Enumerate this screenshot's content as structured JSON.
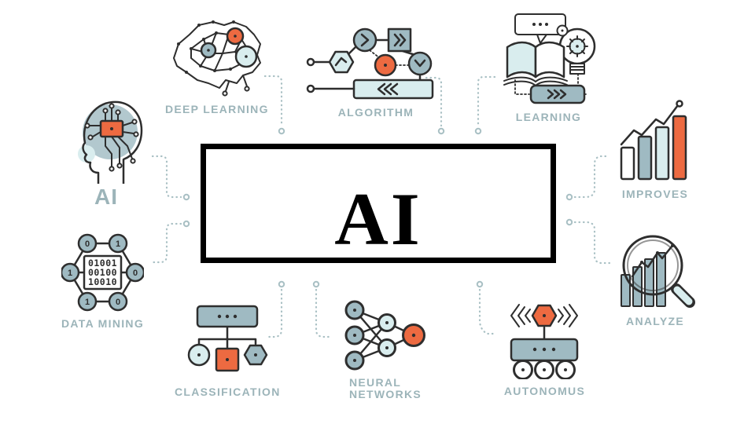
{
  "center": {
    "title": "AI"
  },
  "items": {
    "ai": {
      "label": "AI",
      "icon": "head-circuit-icon"
    },
    "deep_learning": {
      "label": "DEEP LEARNING",
      "icon": "brain-network-icon"
    },
    "algorithm": {
      "label": "ALGORITHM",
      "icon": "flowchart-icon"
    },
    "learning": {
      "label": "LEARNING",
      "icon": "book-bulb-icon"
    },
    "improves": {
      "label": "IMPROVES",
      "icon": "rising-bars-icon"
    },
    "analyze": {
      "label": "ANALYZE",
      "icon": "magnifier-chart-icon"
    },
    "autonomus": {
      "label": "AUTONOMUS",
      "icon": "rover-icon"
    },
    "neural_networks": {
      "label": "NEURAL NETWORKS",
      "icon": "neural-net-icon"
    },
    "classification": {
      "label": "CLASSIFICATION",
      "icon": "tree-shapes-icon"
    },
    "data_mining": {
      "label": "DATA MINING",
      "icon": "binary-hex-icon",
      "nodes": [
        "0",
        "1",
        "1",
        "0",
        "1",
        "0"
      ],
      "binary_rows": [
        "01001",
        "00100",
        "10010"
      ]
    }
  },
  "colors": {
    "background": "#ffffff",
    "box_border": "#000000",
    "title_color": "#000000",
    "accent_orange": "#ed6a41",
    "blue_gray": "#9fbac2",
    "light_cyan": "#d9edee",
    "outline_dark": "#2e2e2e",
    "label_color": "#9cb4b9",
    "connector_color": "#a9c0c4"
  }
}
